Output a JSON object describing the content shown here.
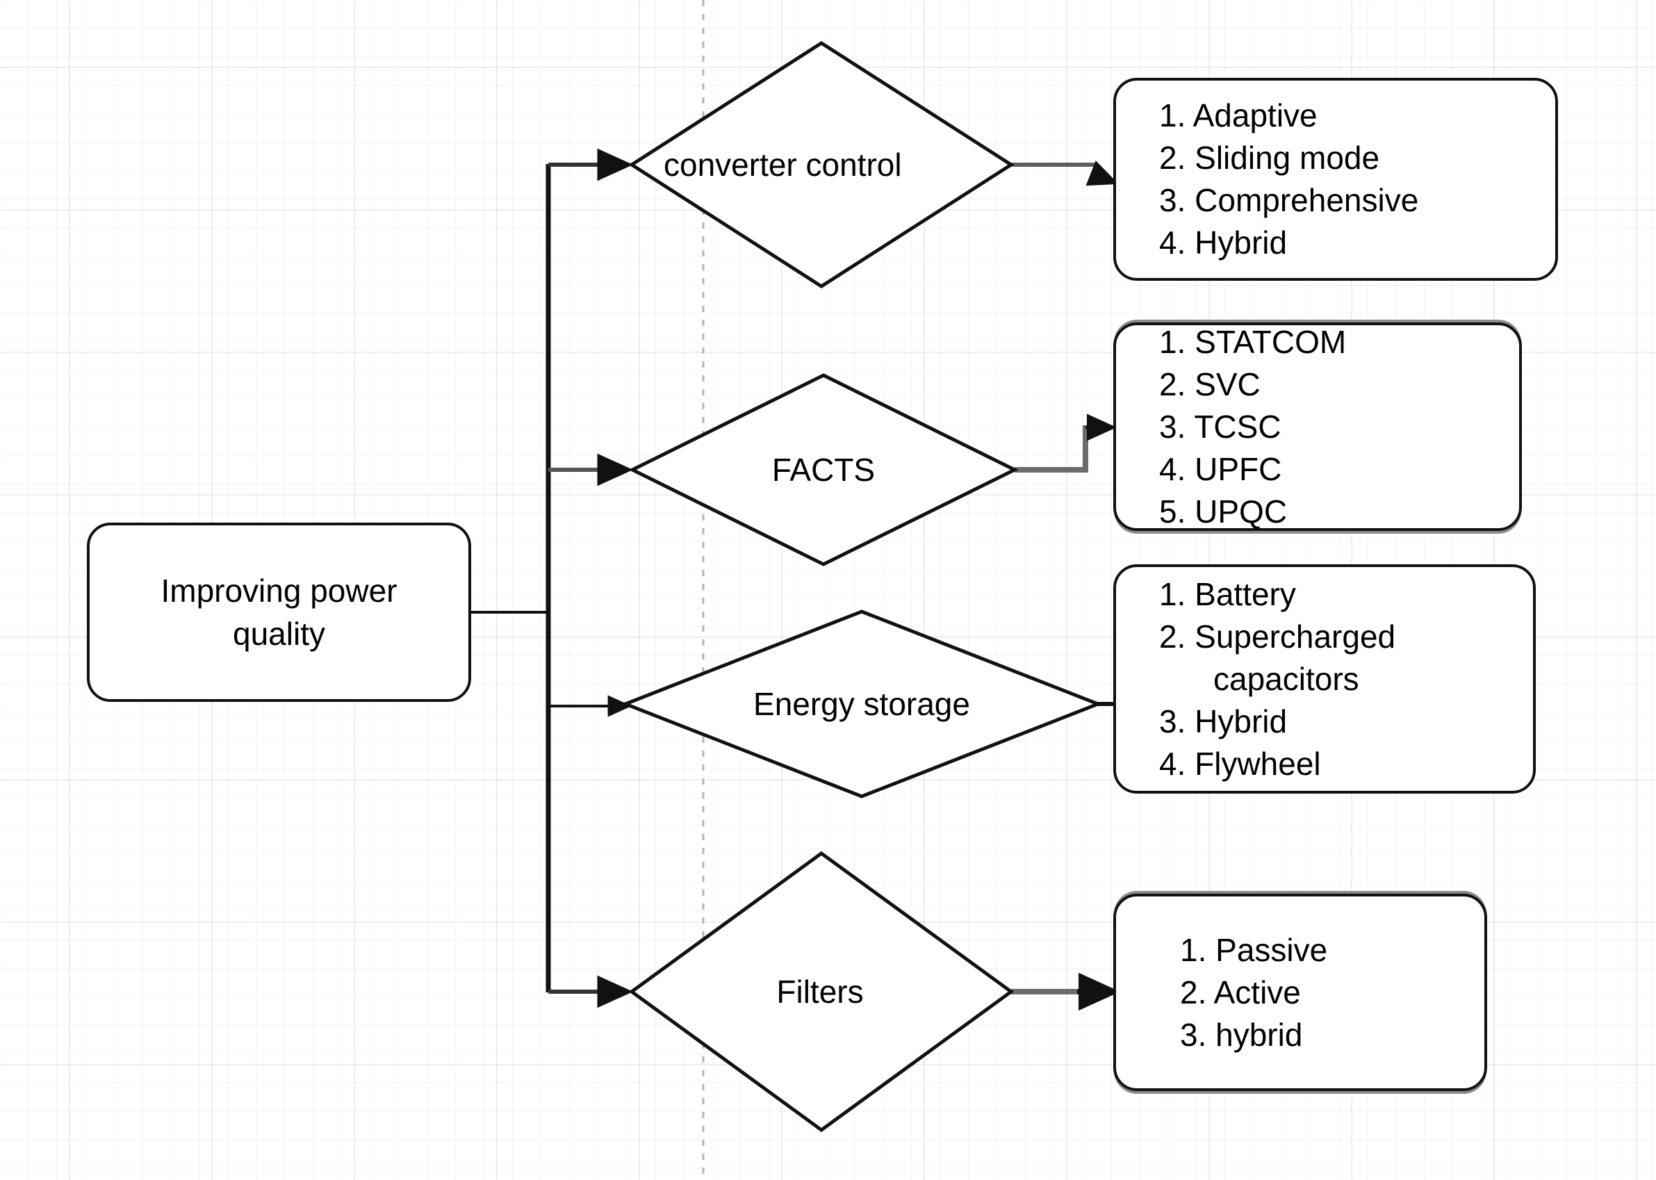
{
  "diagram": {
    "title_node": {
      "text_line1": "Improving power",
      "text_line2": "quality"
    },
    "branches": [
      {
        "decision": "converter control",
        "items": [
          "1. Adaptive",
          "2. Sliding mode",
          "3. Comprehensive",
          "4. Hybrid"
        ]
      },
      {
        "decision": "FACTS",
        "items": [
          "1. STATCOM",
          "2. SVC",
          "3. TCSC",
          "4. UPFC",
          "5. UPQC"
        ]
      },
      {
        "decision": "Energy storage",
        "items": [
          "1. Battery",
          "2. Supercharged",
          "capacitors",
          "3. Hybrid",
          "4. Flywheel"
        ]
      },
      {
        "decision": "Filters",
        "items": [
          "1. Passive",
          "2. Active",
          "3. hybrid"
        ]
      }
    ]
  },
  "colors": {
    "stroke": "#111111",
    "shadow": "#8a8a8a",
    "text": "#000000",
    "grid_minor": "#f5f5f5",
    "grid_major": "#e8e8e8",
    "guide_dashed": "#b5b5b5"
  }
}
